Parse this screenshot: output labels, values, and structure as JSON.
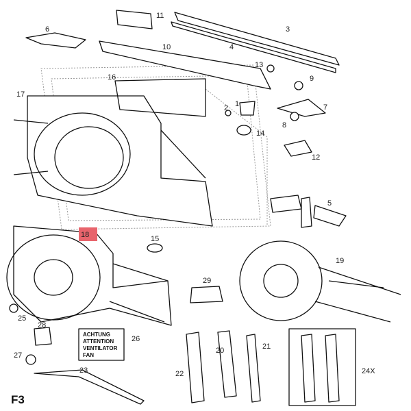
{
  "diagram": {
    "figure_id": "F3",
    "highlight_color": "#e8646c",
    "highlighted_part": "18",
    "parts": {
      "p1": "1",
      "p2": "2",
      "p3": "3",
      "p4": "4",
      "p5": "5",
      "p6": "6",
      "p7": "7",
      "p8": "8",
      "p9": "9",
      "p10": "10",
      "p11": "11",
      "p12": "12",
      "p13": "13",
      "p14": "14",
      "p15": "15",
      "p16": "16",
      "p17": "17",
      "p18": "18",
      "p19": "19",
      "p20": "20",
      "p21": "21",
      "p22": "22",
      "p23": "23",
      "p24x": "24X",
      "p25": "25",
      "p26": "26",
      "p27": "27",
      "p28": "28",
      "p29": "29"
    },
    "warning_label": [
      "ACHTUNG",
      "ATTENTION",
      "VENTILATOR",
      "FAN"
    ]
  }
}
